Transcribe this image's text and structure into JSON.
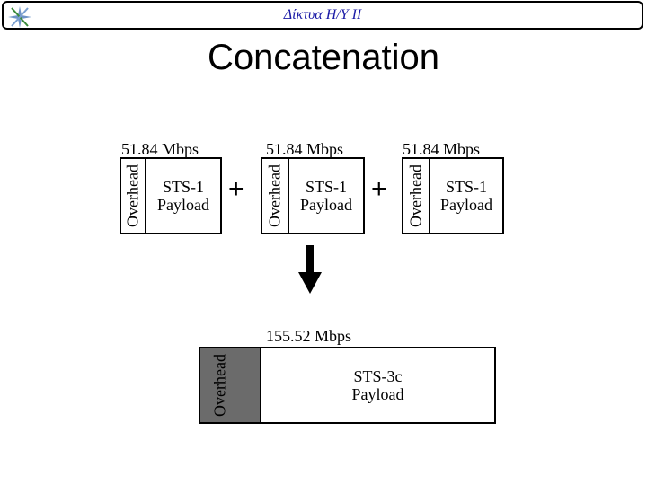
{
  "header": {
    "title": "Δίκτυα Η/Υ ΙΙ"
  },
  "page_title": "Concatenation",
  "frames": [
    {
      "rate": "51.84 Mbps",
      "overhead": "Overhead",
      "payload_line1": "STS-1",
      "payload_line2": "Payload"
    },
    {
      "rate": "51.84 Mbps",
      "overhead": "Overhead",
      "payload_line1": "STS-1",
      "payload_line2": "Payload"
    },
    {
      "rate": "51.84 Mbps",
      "overhead": "Overhead",
      "payload_line1": "STS-1",
      "payload_line2": "Payload"
    }
  ],
  "operators": {
    "plus": "+"
  },
  "result": {
    "rate": "155.52 Mbps",
    "overhead": "Overhead",
    "payload_line1": "STS-3c",
    "payload_line2": "Payload"
  },
  "colors": {
    "title_text": "#1a1aa6",
    "overhead_fill": "#6b6b6b"
  },
  "icons": {
    "logo": "star-logo-icon",
    "arrow": "arrow-down-icon"
  }
}
